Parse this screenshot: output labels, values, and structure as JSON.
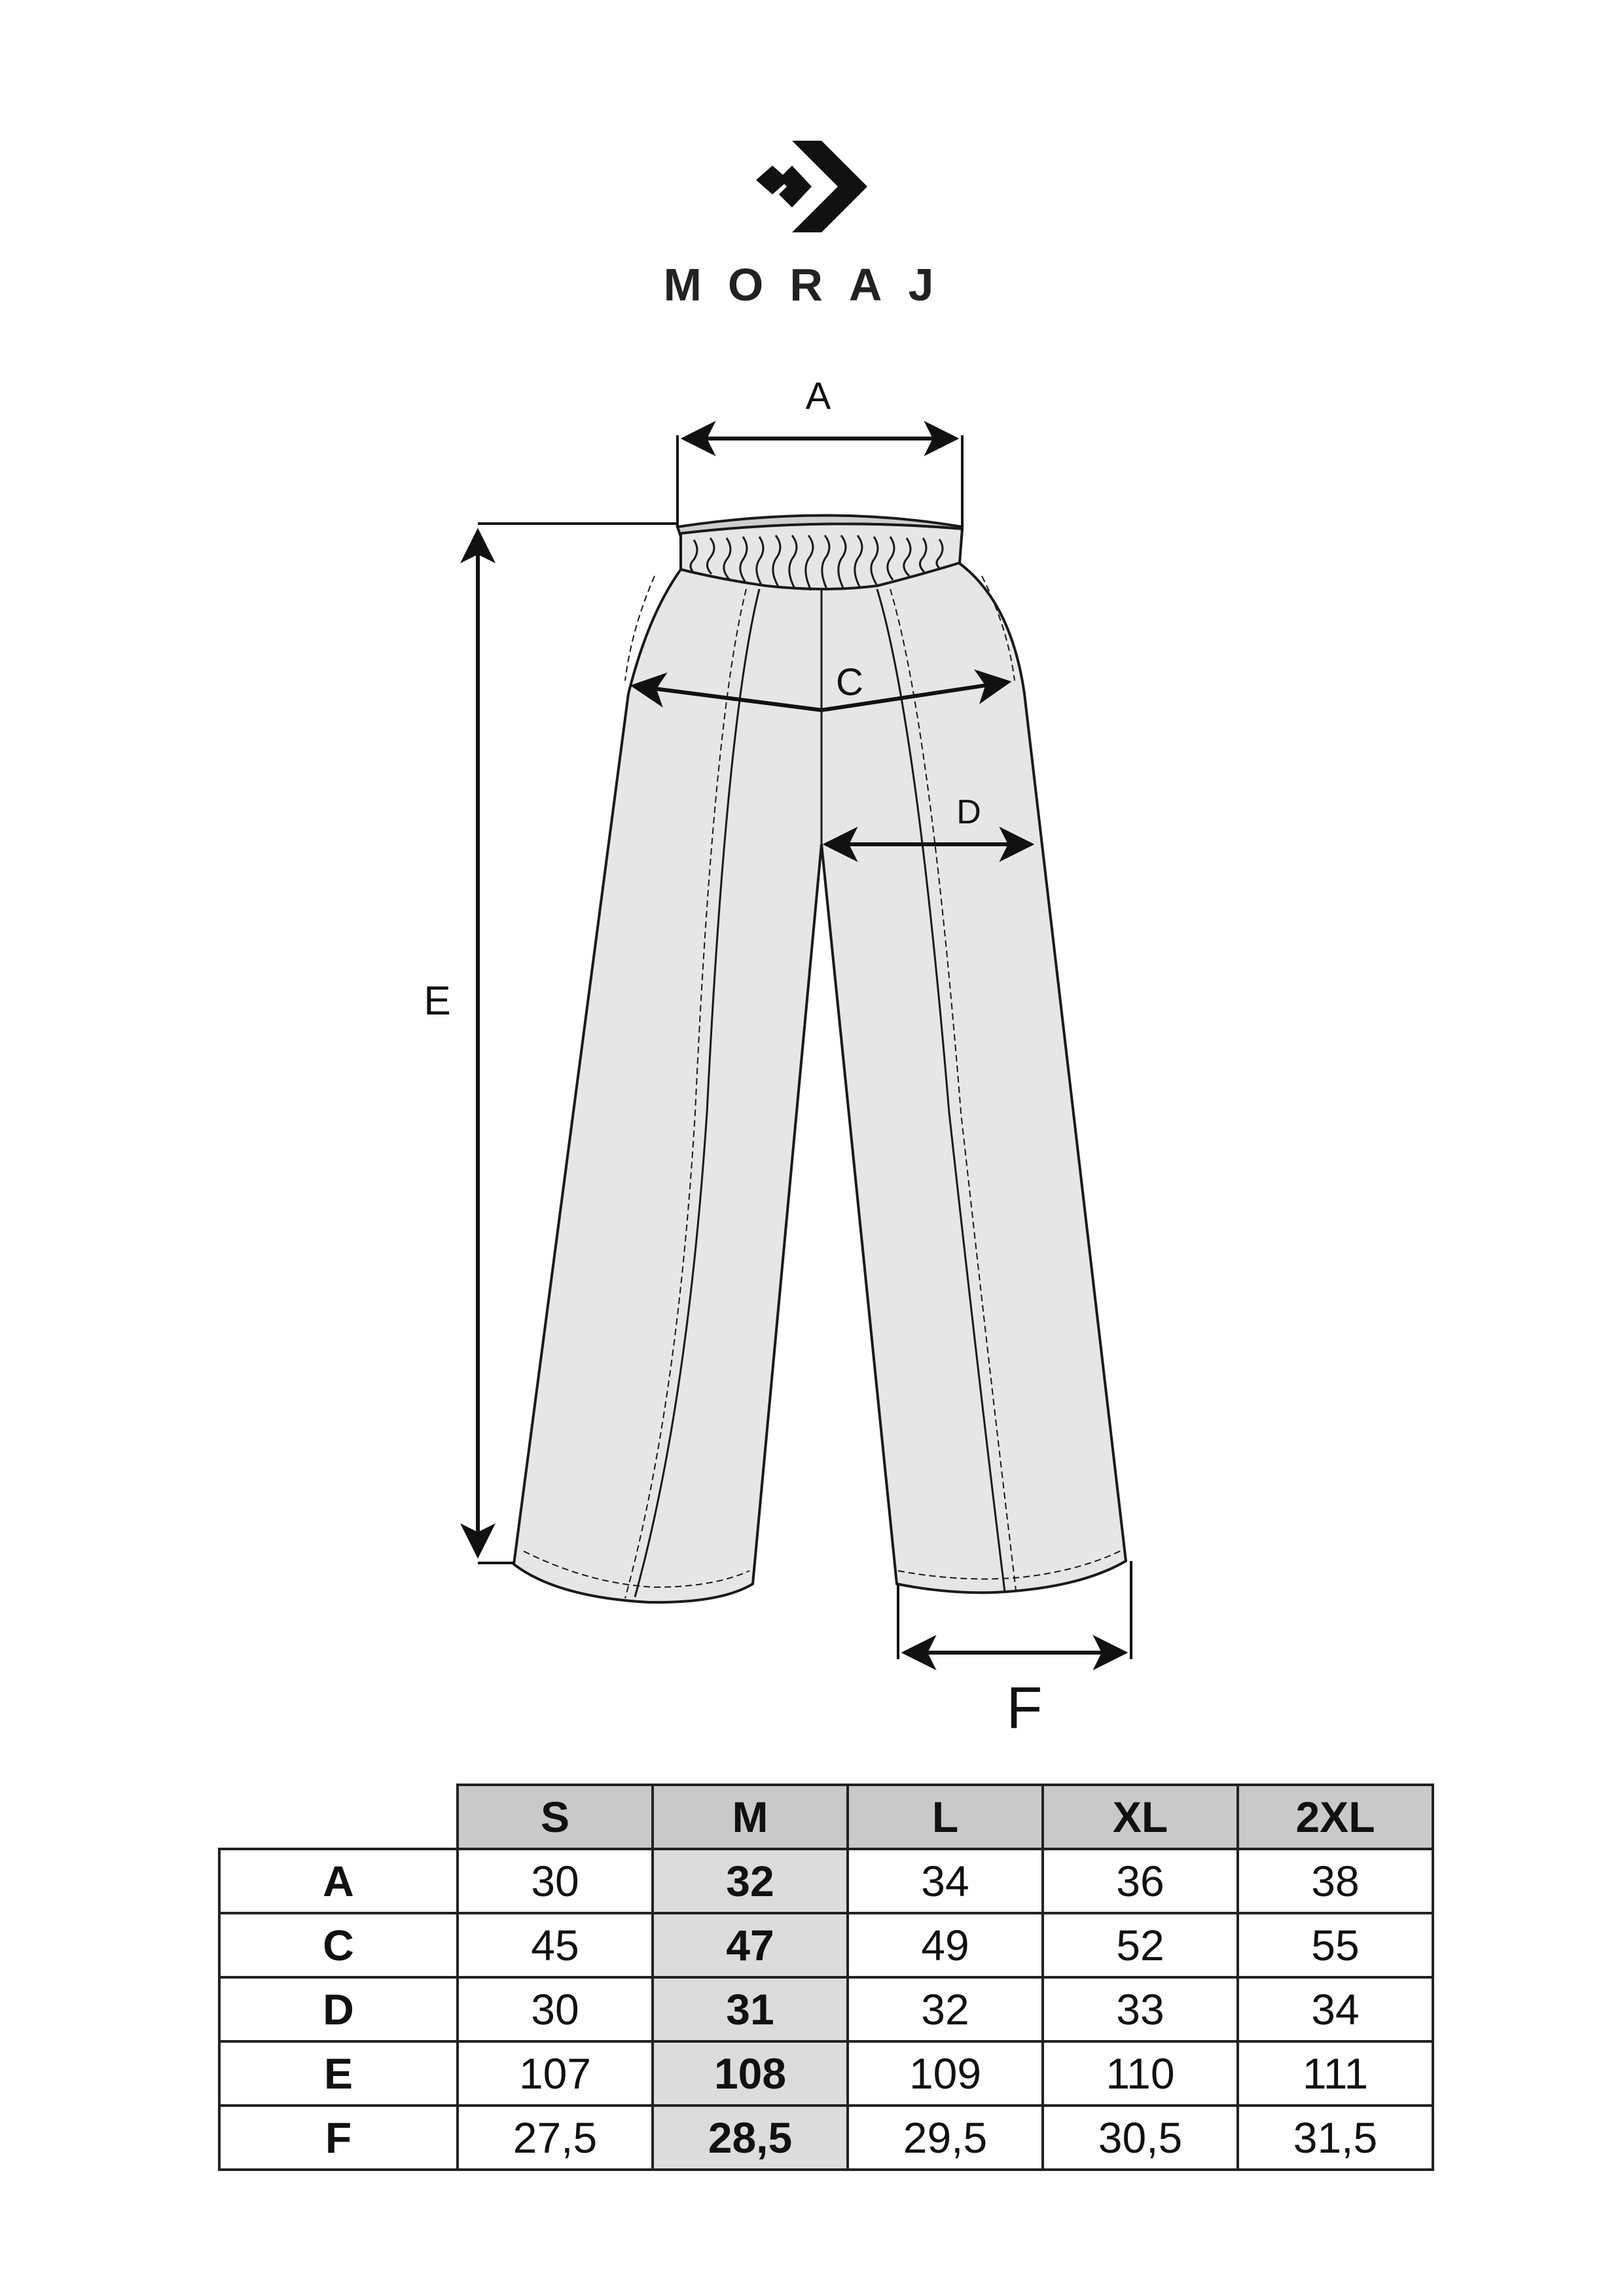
{
  "brand": {
    "name": "MORAJ",
    "logo_icon": "chevron-diamond-logo"
  },
  "diagram": {
    "labels": {
      "a": "A",
      "c": "C",
      "d": "D",
      "e": "E",
      "f": "F"
    },
    "fill_color": "#e6e6e6",
    "line_color": "#1a1a1a"
  },
  "size_table": {
    "sizes": [
      "S",
      "M",
      "L",
      "XL",
      "2XL"
    ],
    "highlight_size": "M",
    "header_color": "#c9c9c9",
    "highlight_color": "#dcdcdc",
    "rows": [
      {
        "label": "A",
        "values": [
          "30",
          "32",
          "34",
          "36",
          "38"
        ]
      },
      {
        "label": "C",
        "values": [
          "45",
          "47",
          "49",
          "52",
          "55"
        ]
      },
      {
        "label": "D",
        "values": [
          "30",
          "31",
          "32",
          "33",
          "34"
        ]
      },
      {
        "label": "E",
        "values": [
          "107",
          "108",
          "109",
          "110",
          "111"
        ]
      },
      {
        "label": "F",
        "values": [
          "27,5",
          "28,5",
          "29,5",
          "30,5",
          "31,5"
        ]
      }
    ]
  }
}
